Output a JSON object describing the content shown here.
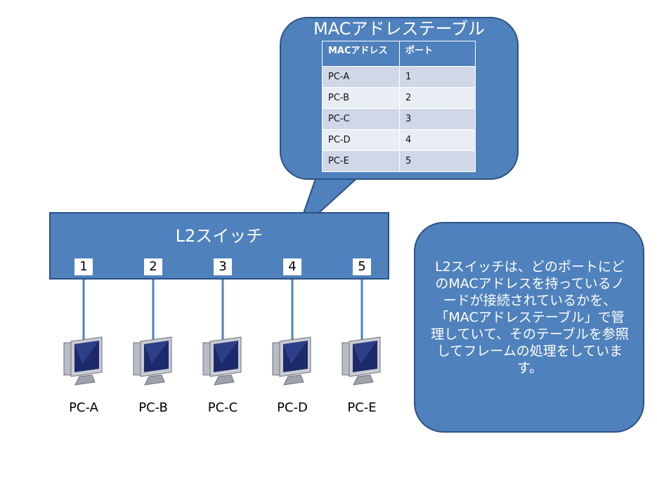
{
  "callout": {
    "title": "MACアドレステーブル",
    "table": {
      "headers": [
        "MACアドレス",
        "ポート"
      ],
      "rows": [
        [
          "PC-A",
          "1"
        ],
        [
          "PC-B",
          "2"
        ],
        [
          "PC-C",
          "3"
        ],
        [
          "PC-D",
          "4"
        ],
        [
          "PC-E",
          "5"
        ]
      ]
    }
  },
  "switch": {
    "label": "L2スイッチ",
    "ports": [
      "1",
      "2",
      "3",
      "4",
      "5"
    ]
  },
  "pcs": [
    "PC-A",
    "PC-B",
    "PC-C",
    "PC-D",
    "PC-E"
  ],
  "description": "L2スイッチは、どのポートにどのMACアドレスを持っているノードが接続されているかを、「MACアドレステーブル」で管理していて、そのテーブルを参照してフレームの処理をしています。",
  "colors": {
    "shape_fill": "#4f81bd",
    "shape_border": "#2c5282",
    "table_row_odd": "#d0d8e8",
    "table_row_even": "#e9edf4",
    "connector_line": "#4f81bd"
  },
  "icons": {
    "pc": "desktop-computer-icon"
  }
}
